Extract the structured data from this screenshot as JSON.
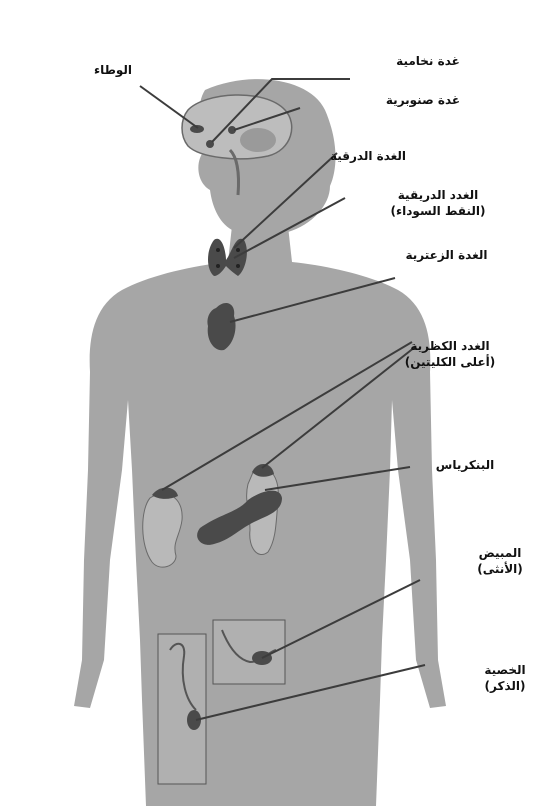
{
  "labels": {
    "hypothalamus": "الوطاء",
    "pituitary": "غدة نخامية",
    "pineal": "غدة صنوبرية",
    "thyroid": "الغدة الدرقية",
    "parathyroid_line1": "الغدد الدريقية",
    "parathyroid_line2": "(النقط السوداء)",
    "thymus": "الغدة الزعترية",
    "adrenal_line1": "الغدد الكظرية",
    "adrenal_line2": "(أعلى الكليتين)",
    "pancreas": "البنكرياس",
    "ovary_line1": "المبيض",
    "ovary_line2": "(الأنثى)",
    "testis_line1": "الخصية",
    "testis_line2": "(الذكر)"
  },
  "colors": {
    "body": "#a6a6a6",
    "organ_light": "#b9b9b9",
    "organ_dark": "#4a4a4a",
    "leader_line": "#3c3c3c"
  }
}
